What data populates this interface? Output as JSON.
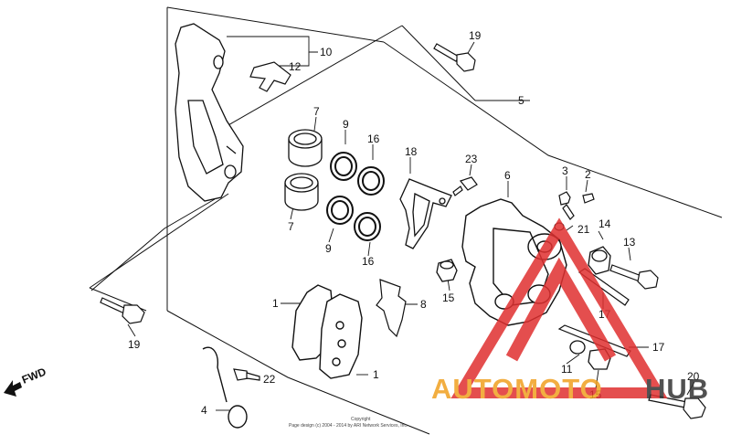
{
  "diagram": {
    "callouts": {
      "c10": "10",
      "c12": "12",
      "c19a": "19",
      "c5": "5",
      "c7a": "7",
      "c9a": "9",
      "c16a": "16",
      "c18": "18",
      "c23": "23",
      "c3": "3",
      "c2": "2",
      "c6": "6",
      "c21": "21",
      "c14": "14",
      "c13": "13",
      "c7b": "7",
      "c9b": "9",
      "c16b": "16",
      "c15a": "15",
      "c1a": "1",
      "c8": "8",
      "c17a": "17",
      "c17b": "17",
      "c19b": "19",
      "c11": "11",
      "c1b": "1",
      "c15b": "15",
      "c22": "22",
      "c20": "20",
      "c4": "4"
    },
    "fwd_label": "FWD",
    "copyright_line1": "Copyright",
    "copyright_line2": "Page design (c) 2004 - 2014 by ARI Network Services, Inc."
  },
  "watermark": {
    "text_accent": "AUTOMOTO",
    "text_dark": "HUB",
    "accent_color": "#f0a020",
    "logo_color": "#e03030",
    "dark_color": "#333333"
  }
}
